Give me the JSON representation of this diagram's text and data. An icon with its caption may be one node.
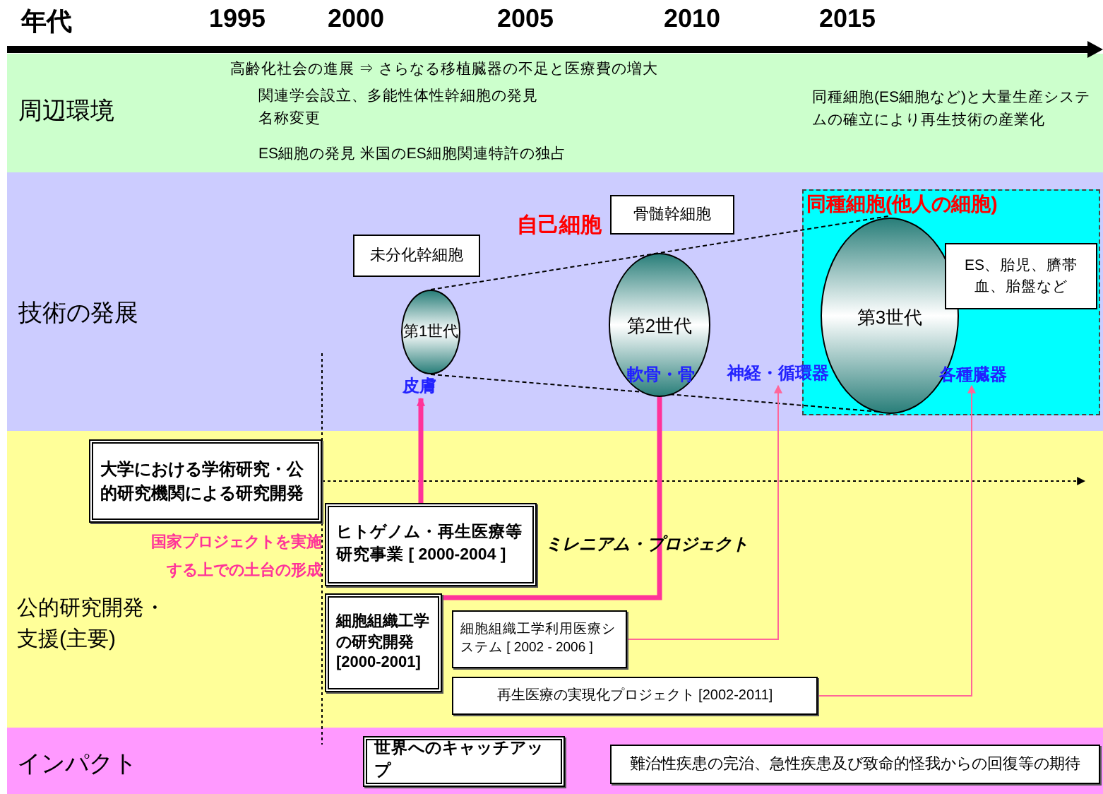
{
  "diagram": {
    "nodes": [
      {
        "text": [
          "周辺環境"
        ]
      },
      {
        "text": [
          "技術の発展"
        ]
      },
      {
        "text": [
          "公的研究開発・支援(主要)"
        ]
      },
      {
        "text": [
          "インパクト"
        ]
      },
      {
        "text": [
          "未分化幹細胞"
        ],
        "in": 1
      },
      {
        "text": [
          "第1世代"
        ],
        "in": 1
      },
      {
        "text": [
          "皮膚"
        ],
        "in": 1
      },
      {
        "text": [
          "骨髄幹細胞"
        ],
        "in": 1
      },
      {
        "text": [
          "第2世代"
        ],
        "in": 1
      },
      {
        "text": [
          "軟骨・骨"
        ],
        "in": 8
      },
      {
        "text": [
          "同種細胞(他人の細胞)"
        ],
        "in": 1
      },
      {
        "text": [
          "第3世代"
        ],
        "in": 10
      },
      {
        "text": [
          "ES、胎児、臍帯血、胎盤など"
        ],
        "in": 10
      },
      {
        "text": [
          "神経・循環器"
        ],
        "in": 1
      },
      {
        "text": [
          "各種臓器"
        ],
        "in": 10
      },
      {
        "text": [
          "大学における学術研究・公的研究機関による研究開発"
        ],
        "in": 2
      },
      {
        "text": [
          "ヒトゲノム・再生医療等研究事業 [ 2000-2004 ]"
        ],
        "in": 2
      },
      {
        "text": [
          "細胞組織工学の研究開発[2000-2001]"
        ],
        "in": 2
      },
      {
        "text": [
          "細胞組織工学利用医療システム [ 2002 - 2006 ]"
        ],
        "in": 2
      },
      {
        "text": [
          "再生医療の実現化プロジェクト [2002-2011]"
        ],
        "in": 2
      },
      {
        "text": [
          "世界へのキャッチアップ"
        ],
        "in": 3
      },
      {
        "text": [
          "難治性疾患の完治、急性疾患及び致命的怪我からの回復等の期待"
        ],
        "in": 3
      }
    ],
    "edges": [
      {
        "from": 5,
        "to": 11,
        "arrow": "none",
        "style": "dashed"
      },
      {
        "from": 5,
        "to": 11,
        "arrow": "none",
        "style": "dashed"
      },
      {
        "from": 15,
        "to": null,
        "arrow": "to",
        "style": "dashed"
      },
      {
        "from": 16,
        "to": 6,
        "arrow": "to",
        "style": "thick",
        "color": "#ff3399"
      },
      {
        "from": 17,
        "to": 9,
        "arrow": "to",
        "style": "thick",
        "color": "#ff3399"
      },
      {
        "from": 18,
        "to": 13,
        "arrow": "to",
        "color": "#ff6699"
      },
      {
        "from": 19,
        "to": 14,
        "arrow": "to",
        "color": "#ff6699"
      }
    ],
    "labels": [
      "年代",
      "1995",
      "2000",
      "2005",
      "2010",
      "2015",
      "高齢化社会の進展 ⇒ さらなる移植臓器の不足と医療費の増大",
      "関連学会設立、名称変更",
      "多能性体性幹細胞の発見",
      "ES細胞の発見 米国のES細胞関連特許の独占",
      "同種細胞(ES細胞など)と大量生産システムの確立により再生技術の産業化",
      "自己細胞",
      "国家プロジェクトを実施する上での土台の形成",
      "ミレニアム・プロジェクト"
    ]
  }
}
